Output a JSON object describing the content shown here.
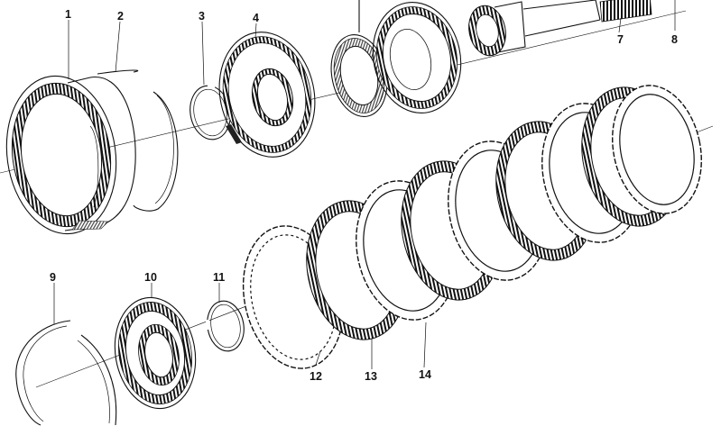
{
  "diagram": {
    "callouts": [
      {
        "id": "c1",
        "text": "1"
      },
      {
        "id": "c2",
        "text": "2"
      },
      {
        "id": "c3",
        "text": "3"
      },
      {
        "id": "c4",
        "text": "4"
      },
      {
        "id": "c7",
        "text": "7"
      },
      {
        "id": "c8",
        "text": "8"
      },
      {
        "id": "c9",
        "text": "9"
      },
      {
        "id": "c10",
        "text": "10"
      },
      {
        "id": "c11",
        "text": "11"
      },
      {
        "id": "c12",
        "text": "12"
      },
      {
        "id": "c13",
        "text": "13"
      },
      {
        "id": "c14",
        "text": "14"
      }
    ],
    "colors": {
      "ink": "#111111",
      "background": "#ffffff"
    }
  }
}
